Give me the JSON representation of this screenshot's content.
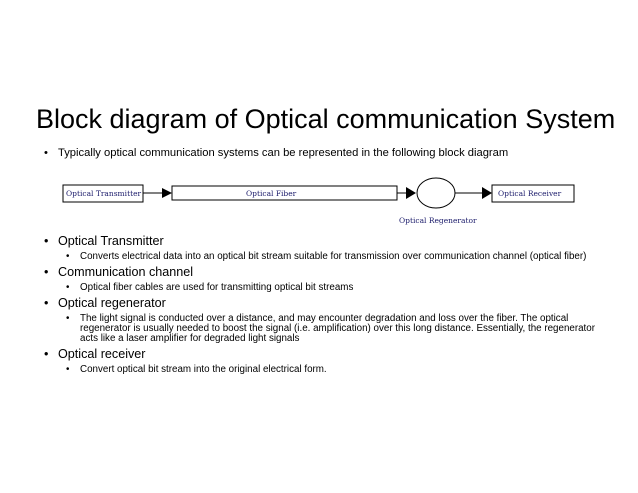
{
  "title": "Block diagram of Optical communication System",
  "intro": "Typically optical communication systems can be represented in the following block diagram",
  "diagram": {
    "transmitter": "Optical Transmitter",
    "fiber": "Optical Fiber",
    "regenerator": "Optical Regenerator",
    "receiver": "Optical Receiver"
  },
  "sections": [
    {
      "heading": "Optical Transmitter",
      "detail": "Converts electrical data into an optical bit stream suitable for transmission over communication channel (optical fiber)"
    },
    {
      "heading": "Communication channel",
      "detail": "Optical fiber cables are used for transmitting optical bit streams"
    },
    {
      "heading": "Optical regenerator",
      "detail": "The light signal is conducted over a distance, and may encounter degradation and loss over the fiber. The optical regenerator is usually needed to boost the signal (i.e. amplification) over this long distance. Essentially, the regenerator acts like a laser amplifier for degraded light signals"
    },
    {
      "heading": "Optical receiver",
      "detail": "Convert optical bit stream into the original electrical form."
    }
  ]
}
